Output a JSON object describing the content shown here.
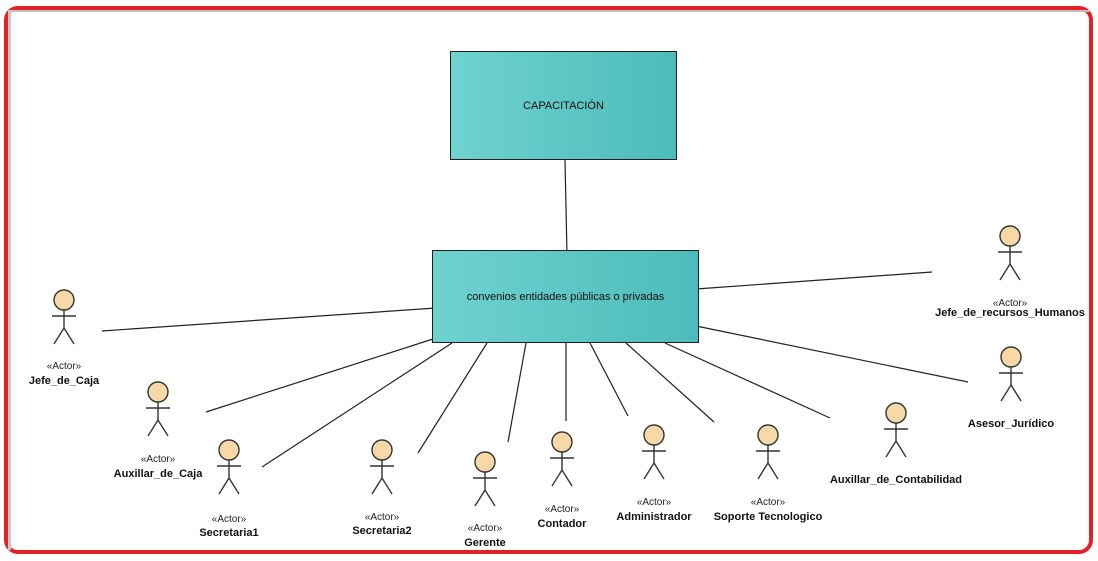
{
  "diagram": {
    "frame_color": "#e2202a",
    "box_fill": "#5ec7c5",
    "actor_fill": "#f6d9a6",
    "top_box": {
      "label": "CAPACITACIÓN"
    },
    "main_box": {
      "label": "convenios entidades públicas o privadas"
    },
    "stereotype": "«Actor»",
    "actors": [
      {
        "id": "jefe-de-caja",
        "name": "Jefe_de_Caja"
      },
      {
        "id": "auxiliar-de-caja",
        "name": "Auxillar_de_Caja"
      },
      {
        "id": "secretaria1",
        "name": "Secretaria1"
      },
      {
        "id": "secretaria2",
        "name": "Secretaria2"
      },
      {
        "id": "gerente",
        "name": "Gerente"
      },
      {
        "id": "contador",
        "name": "Contador"
      },
      {
        "id": "administrador",
        "name": "Administrador"
      },
      {
        "id": "soporte-tecnologico",
        "name": "Soporte Tecnologico"
      },
      {
        "id": "auxiliar-de-contabilidad",
        "name": "Auxillar_de_Contabilidad"
      },
      {
        "id": "asesor-juridico",
        "name": "Asesor_Jurídico"
      },
      {
        "id": "jefe-de-recursos-humanos",
        "name": "Jefe_de_recursos_Humanos"
      }
    ]
  }
}
